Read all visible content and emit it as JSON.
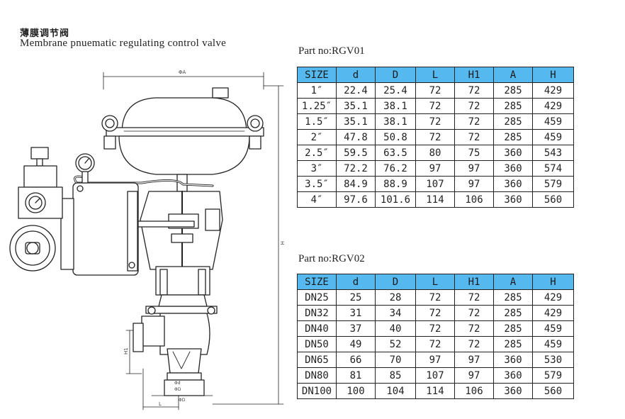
{
  "header": {
    "title_cn": "薄膜调节阀",
    "title_en": "Membrane pnuematic regulating control valve"
  },
  "tables": [
    {
      "part_no": "Part no:RGV01",
      "columns": [
        "SIZE",
        "d",
        "D",
        "L",
        "H1",
        "A",
        "H"
      ],
      "rows": [
        [
          "1″",
          "22.4",
          "25.4",
          "72",
          "72",
          "285",
          "429"
        ],
        [
          "1.25″",
          "35.1",
          "38.1",
          "72",
          "72",
          "285",
          "429"
        ],
        [
          "1.5″",
          "35.1",
          "38.1",
          "72",
          "72",
          "285",
          "459"
        ],
        [
          "2″",
          "47.8",
          "50.8",
          "72",
          "72",
          "285",
          "459"
        ],
        [
          "2.5″",
          "59.5",
          "63.5",
          "80",
          "75",
          "360",
          "543"
        ],
        [
          "3″",
          "72.2",
          "76.2",
          "97",
          "97",
          "360",
          "574"
        ],
        [
          "3.5″",
          "84.9",
          "88.9",
          "107",
          "97",
          "360",
          "579"
        ],
        [
          "4″",
          "97.6",
          "101.6",
          "114",
          "106",
          "360",
          "560"
        ]
      ]
    },
    {
      "part_no": "Part no:RGV02",
      "columns": [
        "SIZE",
        "d",
        "D",
        "L",
        "H1",
        "A",
        "H"
      ],
      "rows": [
        [
          "DN25",
          "25",
          "28",
          "72",
          "72",
          "285",
          "429"
        ],
        [
          "DN32",
          "31",
          "34",
          "72",
          "72",
          "285",
          "429"
        ],
        [
          "DN40",
          "37",
          "40",
          "72",
          "72",
          "285",
          "459"
        ],
        [
          "DN50",
          "49",
          "52",
          "72",
          "72",
          "285",
          "459"
        ],
        [
          "DN65",
          "66",
          "70",
          "97",
          "97",
          "360",
          "530"
        ],
        [
          "DN80",
          "81",
          "85",
          "107",
          "97",
          "360",
          "579"
        ],
        [
          "DN100",
          "100",
          "104",
          "114",
          "106",
          "360",
          "560"
        ]
      ]
    }
  ],
  "drawing": {
    "dimension_labels": {
      "top": "ΦA",
      "right": "H",
      "left": "H1",
      "bottom": "L",
      "d": "Φd",
      "D": "ΦD",
      "D2": "ΦD"
    }
  }
}
